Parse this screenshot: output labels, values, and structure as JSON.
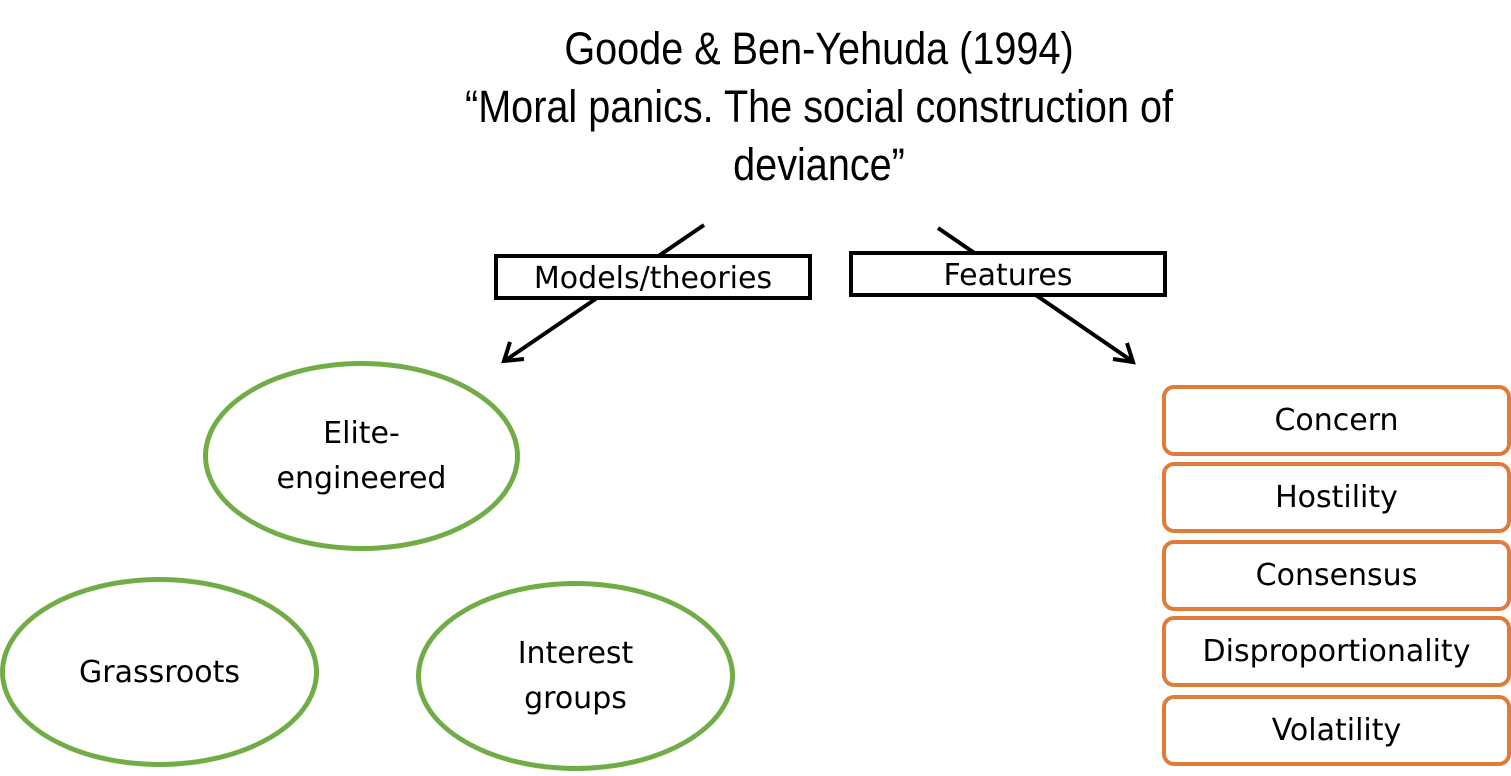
{
  "title": {
    "line1": "Goode & Ben-Yehuda (1994)",
    "line2": "“Moral panics. The social construction of",
    "line3": "deviance”"
  },
  "branches": {
    "models": "Models/theories",
    "features": "Features"
  },
  "models": [
    {
      "line1": "Elite-",
      "line2": "engineered"
    },
    {
      "line1": "Grassroots"
    },
    {
      "line1": "Interest",
      "line2": "groups"
    }
  ],
  "features": [
    "Concern",
    "Hostility",
    "Consensus",
    "Disproportionality",
    "Volatility"
  ],
  "colors": {
    "ellipse_border": "#70ad47",
    "feature_border": "#e07b39",
    "text": "#000000"
  }
}
